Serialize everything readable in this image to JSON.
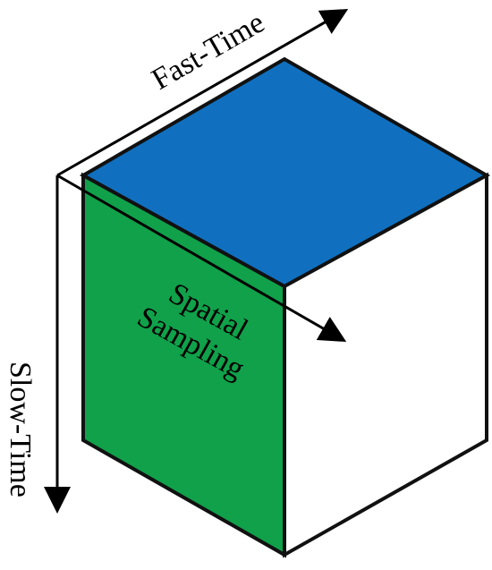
{
  "labels": {
    "fast_time": "Fast-Time",
    "slow_time": "Slow-Time",
    "spatial_line1": "Spatial",
    "spatial_line2": "Sampling"
  },
  "colors": {
    "top_face": "#1070bf",
    "left_face": "#10a14a",
    "right_face": "#ffffff",
    "stroke": "#111111",
    "axis": "#000000"
  },
  "icons": {
    "fast_time_arrow": "arrow-up-right-icon",
    "slow_time_arrow": "arrow-down-icon",
    "spatial_arrow": "arrow-down-right-icon"
  }
}
